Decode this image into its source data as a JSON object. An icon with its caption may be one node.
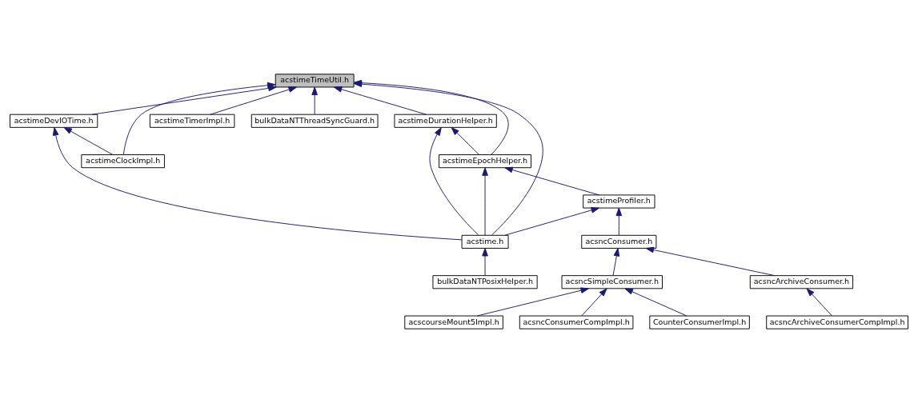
{
  "diagram": {
    "nodes": [
      {
        "text": [
          "acstimeTimeUtil.h"
        ]
      },
      {
        "text": [
          "acstimeDevIOTime.h"
        ]
      },
      {
        "text": [
          "acstimeDurationHelper.h"
        ]
      },
      {
        "text": [
          "acstimeTimerImpl.h"
        ]
      },
      {
        "text": [
          "bulkDataNTThreadSyncGuard.h"
        ]
      },
      {
        "text": [
          "acstimeClockImpl.h"
        ]
      },
      {
        "text": [
          "acstimeEpochHelper.h"
        ]
      },
      {
        "text": [
          "acstimeProfiler.h"
        ]
      },
      {
        "text": [
          "acstime.h"
        ]
      },
      {
        "text": [
          "acsncConsumer.h"
        ]
      },
      {
        "text": [
          "bulkDataNTPosixHelper.h"
        ]
      },
      {
        "text": [
          "acsncArchiveConsumer.h"
        ]
      },
      {
        "text": [
          "acsncSimpleConsumer.h"
        ]
      },
      {
        "text": [
          "acsncArchiveConsumerCompImpl.h"
        ]
      },
      {
        "text": [
          "acscourseMount5Impl.h"
        ]
      },
      {
        "text": [
          "acsncConsumerCompImpl.h"
        ]
      },
      {
        "text": [
          "CounterConsumerImpl.h"
        ]
      }
    ],
    "edges": [
      {
        "from": 1,
        "to": 0,
        "arrow": "to"
      },
      {
        "from": 2,
        "to": 0,
        "arrow": "to"
      },
      {
        "from": 3,
        "to": 0,
        "arrow": "to"
      },
      {
        "from": 4,
        "to": 0,
        "arrow": "to"
      },
      {
        "from": 5,
        "to": 0,
        "arrow": "to"
      },
      {
        "from": 6,
        "to": 0,
        "arrow": "to"
      },
      {
        "from": 8,
        "to": 0,
        "arrow": "to"
      },
      {
        "from": 5,
        "to": 1,
        "arrow": "to"
      },
      {
        "from": 8,
        "to": 1,
        "arrow": "to"
      },
      {
        "from": 8,
        "to": 2,
        "arrow": "to"
      },
      {
        "from": 6,
        "to": 2,
        "arrow": "to"
      },
      {
        "from": 7,
        "to": 6,
        "arrow": "to"
      },
      {
        "from": 8,
        "to": 6,
        "arrow": "to"
      },
      {
        "from": 8,
        "to": 7,
        "arrow": "to"
      },
      {
        "from": 9,
        "to": 7,
        "arrow": "to"
      },
      {
        "from": 10,
        "to": 8,
        "arrow": "to"
      },
      {
        "from": 11,
        "to": 9,
        "arrow": "to"
      },
      {
        "from": 12,
        "to": 9,
        "arrow": "to"
      },
      {
        "from": 13,
        "to": 11,
        "arrow": "to"
      },
      {
        "from": 14,
        "to": 12,
        "arrow": "to"
      },
      {
        "from": 15,
        "to": 12,
        "arrow": "to"
      },
      {
        "from": 16,
        "to": 12,
        "arrow": "to"
      }
    ]
  }
}
